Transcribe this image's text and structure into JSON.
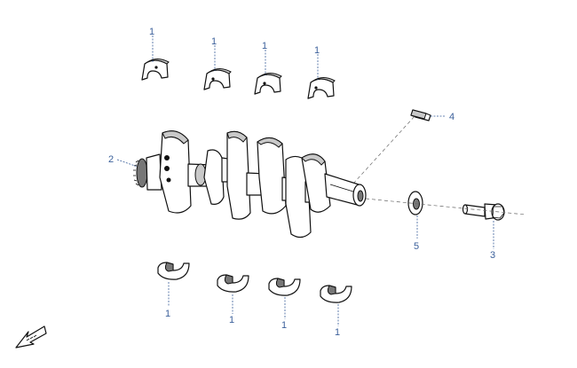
{
  "diagram": {
    "callouts": {
      "bearing_top_1": "1",
      "bearing_top_2": "1",
      "bearing_top_3": "1",
      "bearing_top_4": "1",
      "bearing_bot_1": "1",
      "bearing_bot_2": "1",
      "bearing_bot_3": "1",
      "bearing_bot_4": "1",
      "crankshaft": "2",
      "bolt": "3",
      "key": "4",
      "washer": "5"
    },
    "icons": {
      "front_arrow": "front-arrow-icon"
    },
    "colors": {
      "callout": "#3a5f9a",
      "line": "#111111"
    }
  }
}
